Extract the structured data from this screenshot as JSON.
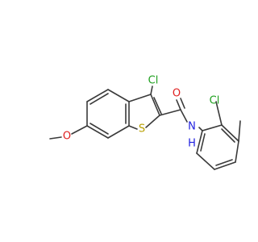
{
  "molecule": {
    "atoms": {
      "cl_top": {
        "label": "Cl",
        "element": "Cl"
      },
      "cl_right": {
        "label": "Cl",
        "element": "Cl"
      },
      "o_carbonyl": {
        "label": "O",
        "element": "O"
      },
      "o_methoxy": {
        "label": "O",
        "element": "O"
      },
      "s_ring": {
        "label": "S",
        "element": "S"
      },
      "nh": {
        "label": "N",
        "element": "N"
      },
      "nh_h": {
        "label": "H",
        "element": "H"
      }
    }
  },
  "colors": {
    "bond": "#3a3a3a",
    "Cl": "#1fa01f",
    "O": "#e02020",
    "S": "#b8a000",
    "N": "#2020e0",
    "H": "#2020e0"
  }
}
